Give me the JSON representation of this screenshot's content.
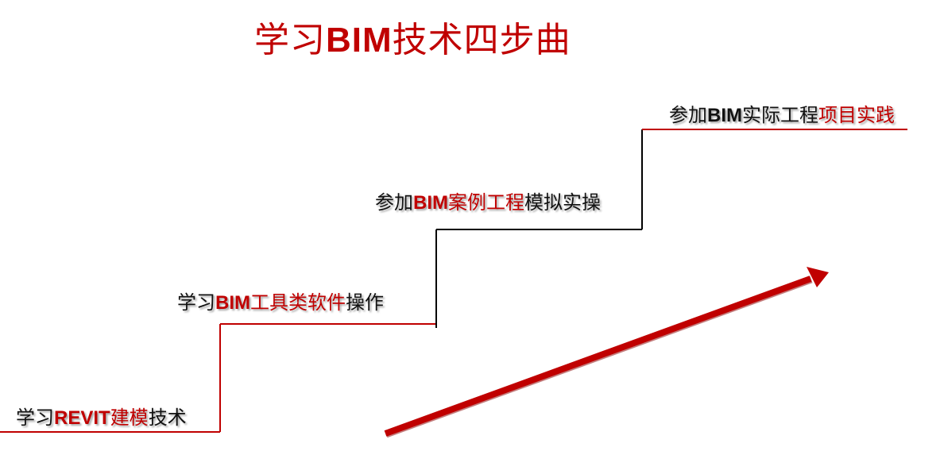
{
  "title": {
    "part1": "学习",
    "part2": "BIM",
    "part3": "技术四步曲",
    "color": "#c00000"
  },
  "steps": [
    {
      "segments": [
        {
          "text": "学习",
          "color": "black"
        },
        {
          "text": "REVIT",
          "color": "red",
          "latin": true
        },
        {
          "text": "建模",
          "color": "red"
        },
        {
          "text": "技术",
          "color": "black"
        }
      ]
    },
    {
      "segments": [
        {
          "text": "学习",
          "color": "black"
        },
        {
          "text": "BIM",
          "color": "red",
          "latin": true
        },
        {
          "text": "工具类软件",
          "color": "red"
        },
        {
          "text": "操作",
          "color": "black"
        }
      ]
    },
    {
      "segments": [
        {
          "text": "参加",
          "color": "black"
        },
        {
          "text": "BIM",
          "color": "red",
          "latin": true
        },
        {
          "text": "案例工程",
          "color": "red"
        },
        {
          "text": "模拟实操",
          "color": "black"
        }
      ]
    },
    {
      "segments": [
        {
          "text": "参加",
          "color": "black"
        },
        {
          "text": "BIM",
          "color": "black",
          "latin": true
        },
        {
          "text": "实际工程",
          "color": "black"
        },
        {
          "text": "项目实践",
          "color": "red"
        }
      ]
    }
  ],
  "colors": {
    "accent_red": "#c00000",
    "arrow_red": "#b80000",
    "line_black": "#000000"
  },
  "arrow": {
    "icon": "arrow-up-right-icon",
    "direction": "up-right"
  }
}
